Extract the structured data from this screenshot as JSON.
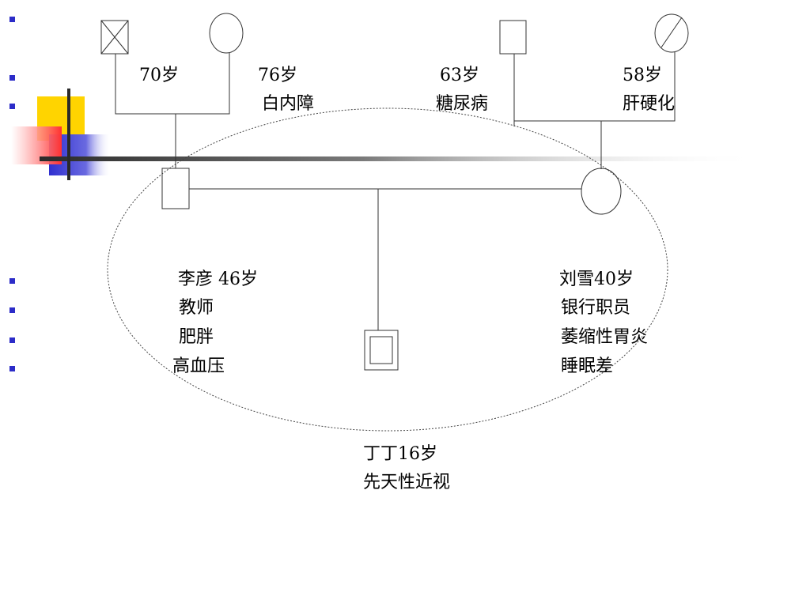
{
  "slide": {
    "bullet_color": "#2c2cc8",
    "deco_colors": {
      "yellow": "#ffd400",
      "red": "#ff3b3b",
      "blue": "#3434d0",
      "bar": "#2a2a2a"
    }
  },
  "pedigree": {
    "paternal_grandfather": {
      "age": "70岁",
      "status": "deceased"
    },
    "paternal_grandmother": {
      "age": "76岁",
      "condition": "白内障"
    },
    "maternal_grandfather": {
      "age": "63岁",
      "condition": "糖尿病"
    },
    "maternal_grandmother": {
      "age": "58岁",
      "condition": "肝硬化",
      "status": "deceased"
    },
    "father": {
      "name_age": "李彦 46岁",
      "job": "教师",
      "condition1": "肥胖",
      "condition2": "高血压"
    },
    "mother": {
      "name_age": "刘雪40岁",
      "job": "银行职员",
      "condition1": "萎缩性胃炎",
      "condition2": "睡眠差"
    },
    "child": {
      "name_age": "丁丁16岁",
      "condition": "先天性近视"
    }
  }
}
